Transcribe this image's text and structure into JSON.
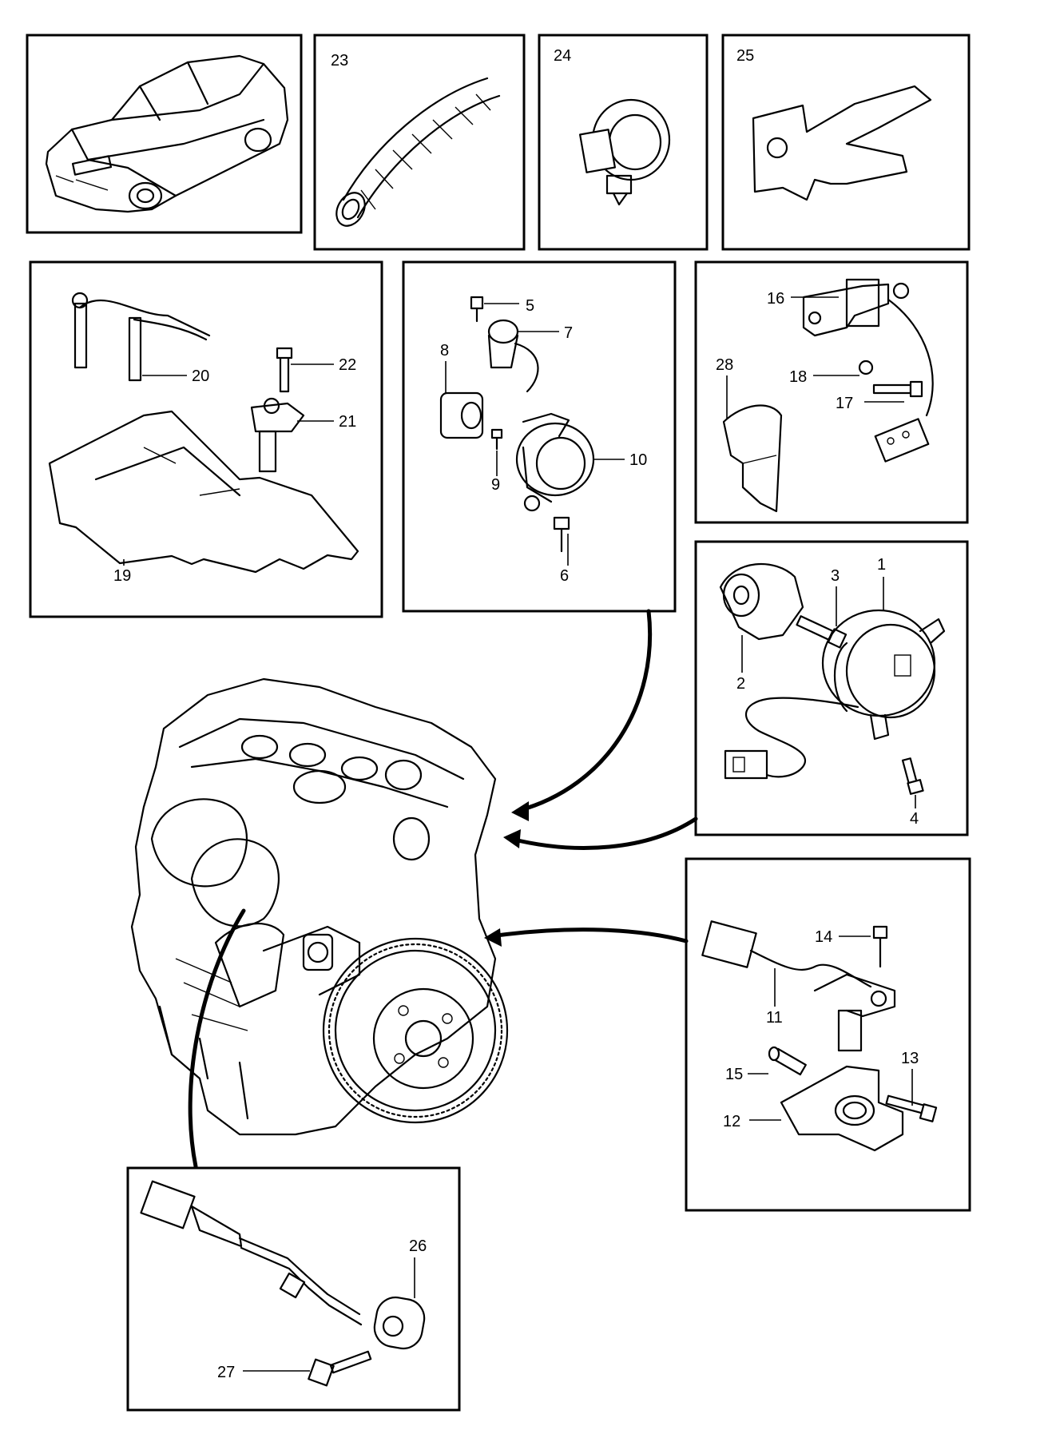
{
  "diagram": {
    "callouts": [
      {
        "id": "p1",
        "label": "1"
      },
      {
        "id": "p2",
        "label": "2"
      },
      {
        "id": "p3",
        "label": "3"
      },
      {
        "id": "p4",
        "label": "4"
      },
      {
        "id": "p5",
        "label": "5"
      },
      {
        "id": "p6",
        "label": "6"
      },
      {
        "id": "p7",
        "label": "7"
      },
      {
        "id": "p8",
        "label": "8"
      },
      {
        "id": "p9",
        "label": "9"
      },
      {
        "id": "p10",
        "label": "10"
      },
      {
        "id": "p11",
        "label": "11"
      },
      {
        "id": "p12",
        "label": "12"
      },
      {
        "id": "p13",
        "label": "13"
      },
      {
        "id": "p14",
        "label": "14"
      },
      {
        "id": "p15",
        "label": "15"
      },
      {
        "id": "p16",
        "label": "16"
      },
      {
        "id": "p17",
        "label": "17"
      },
      {
        "id": "p18",
        "label": "18"
      },
      {
        "id": "p19",
        "label": "19"
      },
      {
        "id": "p20",
        "label": "20"
      },
      {
        "id": "p21",
        "label": "21"
      },
      {
        "id": "p22",
        "label": "22"
      },
      {
        "id": "p23",
        "label": "23"
      },
      {
        "id": "p24",
        "label": "24"
      },
      {
        "id": "p25",
        "label": "25"
      },
      {
        "id": "p26",
        "label": "26"
      },
      {
        "id": "p27",
        "label": "27"
      },
      {
        "id": "p28",
        "label": "28"
      }
    ]
  }
}
